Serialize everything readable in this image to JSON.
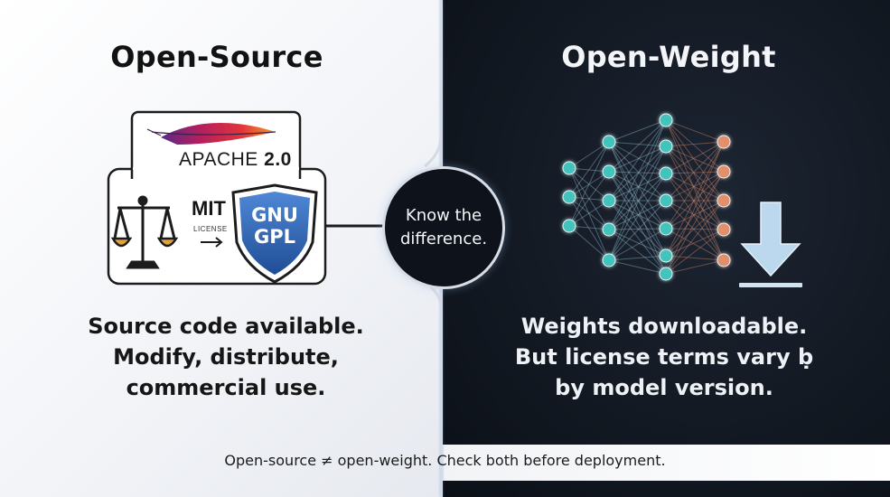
{
  "left": {
    "title": "Open-Source",
    "licenses": {
      "apache_name": "APACHE",
      "apache_version": "2.0",
      "mit": "MIT",
      "mit_sub": "LICENSE",
      "gnu_line1": "GNU",
      "gnu_line2": "GPL"
    },
    "body_lines": [
      "Source code available.",
      "Modify, distribute,",
      "commercial use."
    ]
  },
  "center": {
    "hub_line1": "Know the",
    "hub_line2": "difference."
  },
  "right": {
    "title": "Open-Weight",
    "body_lines": [
      "Weights downloadable.",
      "But license terms vary ḅ",
      "by model version."
    ]
  },
  "footer": "Open-source ≠ open-weight. Check both before deployment.",
  "colors": {
    "left_bg": "#f3f5f8",
    "right_bg": "#121821",
    "node_teal": "#3ec7c0",
    "node_orange": "#e8906a",
    "shield_blue": "#2f66b3",
    "download_arrow": "#bcd8ee"
  },
  "icons": [
    "feather-icon",
    "scales-icon",
    "arrow-icon",
    "shield-icon",
    "neural-network-icon",
    "download-icon"
  ]
}
